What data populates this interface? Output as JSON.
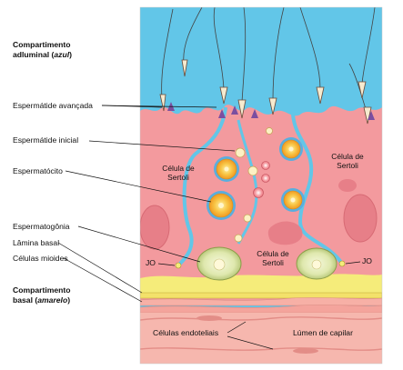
{
  "labels": {
    "adluminal_line1": "Compartimento",
    "adluminal_line2_a": "adluminal (",
    "adluminal_line2_b": "azul",
    "adluminal_line2_c": ")",
    "advanced_spermatid": "Espermátide avançada",
    "early_spermatid": "Espermátide inicial",
    "spermatocyte": "Espermatócito",
    "spermatogonium": "Espermatogônia",
    "basal_lamina": "Lâmina basal",
    "myoid_cells": "Células mioides",
    "basal_line1": "Compartimento",
    "basal_line2_a": "basal (",
    "basal_line2_b": "amarelo",
    "basal_line2_c": ")",
    "jo_left": "JO",
    "jo_right": "JO",
    "sertoli_left_1": "Célula de",
    "sertoli_left_2": "Sertoli",
    "sertoli_right_1": "Célula de",
    "sertoli_right_2": "Sertoli",
    "sertoli_center_1": "Célula de",
    "sertoli_center_2": "Sertoli",
    "endothelial": "Células endoteliais",
    "capillary_lumen": "Lúmen de capilar"
  },
  "colors": {
    "lumen_blue": "#62c6e8",
    "sertoli_pink": "#f39a9e",
    "sertoli_dark": "#e27b82",
    "nucleus_pink": "#f7b5b4",
    "basal_yellow": "#f5ec7a",
    "spermatogonia_green": "#dce6a8",
    "spermatocyte_orange": "#f5b13a",
    "capillary_pink": "#f6b7ae"
  }
}
